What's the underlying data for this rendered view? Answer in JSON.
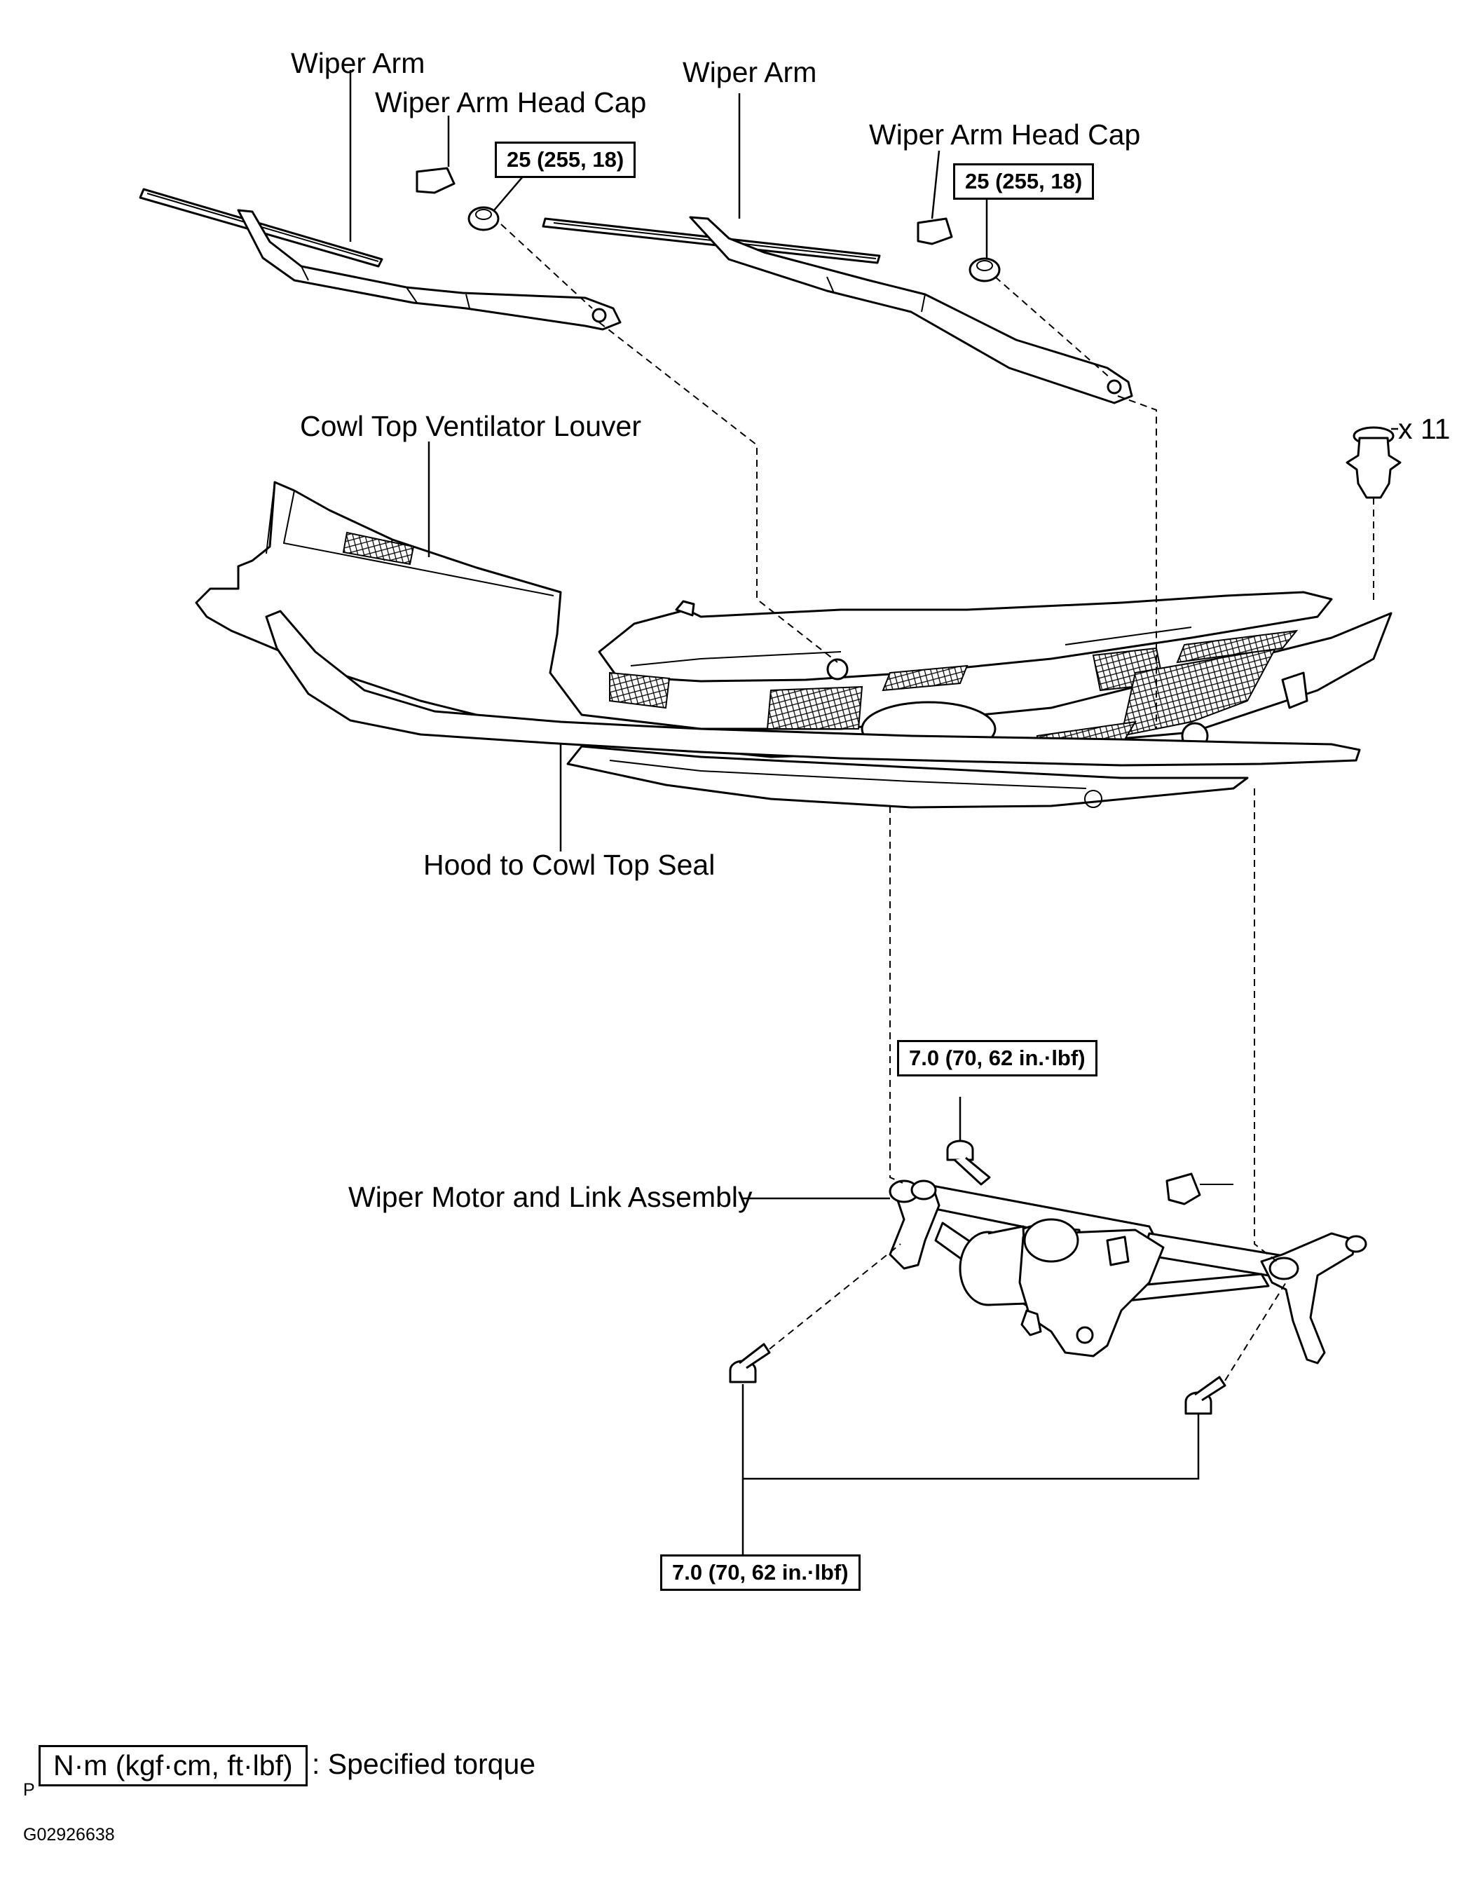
{
  "labels": {
    "wiper_arm_left": "Wiper Arm",
    "head_cap_left": "Wiper Arm Head Cap",
    "wiper_arm_right": "Wiper Arm",
    "head_cap_right": "Wiper Arm Head Cap",
    "cowl_louver": "Cowl Top Ventilator Louver",
    "clip_count": "x 11",
    "hood_seal": "Hood to Cowl Top Seal",
    "wiper_motor": "Wiper Motor and Link Assembly"
  },
  "torques": {
    "nut_left": "25 (255, 18)",
    "nut_right": "25 (255, 18)",
    "motor_bolt": "7.0 (70, 62 in.·lbf)",
    "link_bolts": "7.0 (70, 62 in.·lbf)"
  },
  "legend": {
    "unit_box": "N·m (kgf·cm, ft·lbf)",
    "unit_desc": ": Specified torque"
  },
  "footer": {
    "letter": "P",
    "code": "G02926638"
  }
}
